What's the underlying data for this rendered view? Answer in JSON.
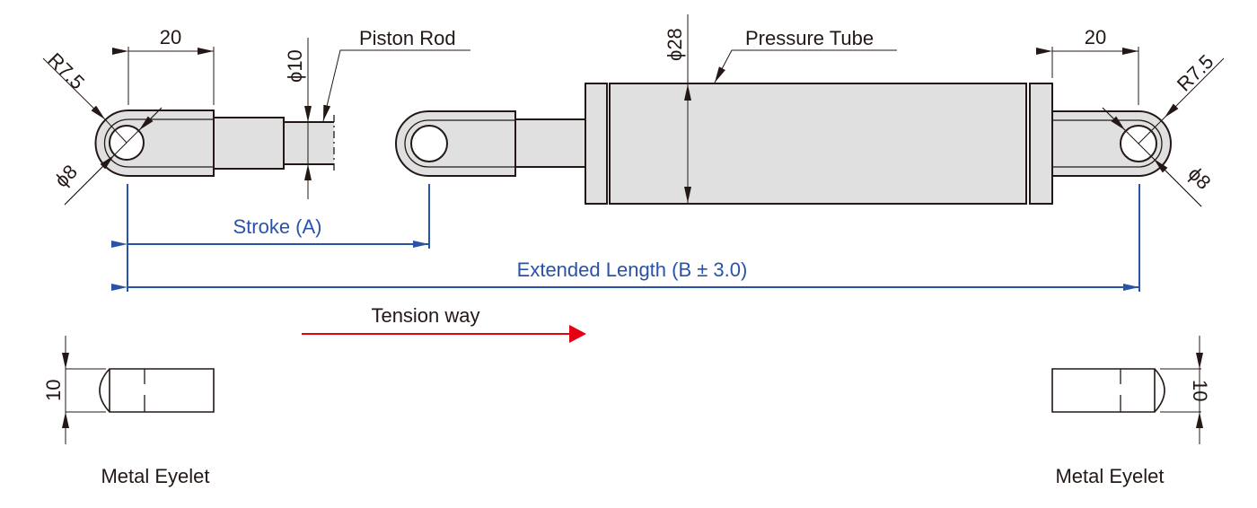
{
  "colors": {
    "line": "#231815",
    "part_fill": "#e0e0e0",
    "dimension_blue": "#2a52a8",
    "tension_arrow": "#e60012"
  },
  "labels": {
    "piston_rod": "Piston Rod",
    "pressure_tube": "Pressure Tube",
    "stroke": "Stroke (A)",
    "extended_length": "Extended Length (B ± 3.0)",
    "tension_way": "Tension way",
    "metal_eyelet_left": "Metal Eyelet",
    "metal_eyelet_right": "Metal Eyelet"
  },
  "dimensions": {
    "left_eyelet_length": "20",
    "right_eyelet_length": "20",
    "left_radius": "R7.5",
    "right_radius": "R7.5",
    "left_hole_dia": "ϕ8",
    "right_hole_dia": "ϕ8",
    "rod_dia": "ϕ10",
    "tube_dia": "ϕ28",
    "left_eyelet_thickness": "10",
    "right_eyelet_thickness": "10"
  }
}
